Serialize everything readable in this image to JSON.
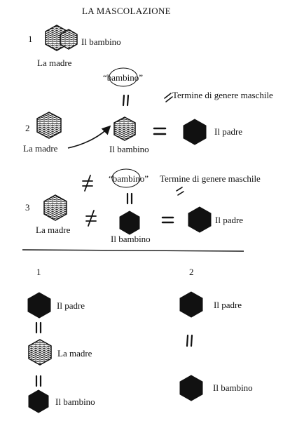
{
  "title": "LA MASCOLAZIONE",
  "top": {
    "row1": {
      "num": "1",
      "child": "Il bambino",
      "mother": "La madre"
    },
    "row2": {
      "num": "2",
      "quote_word": "“bambino”",
      "term_label": "Termine di genere maschile",
      "mother": "La madre",
      "child": "Il bambino",
      "father": "Il padre"
    },
    "row3": {
      "num": "3",
      "quote_word": "“bambino”",
      "term_label": "Termine di genere maschile",
      "mother": "La madre",
      "child": "Il bambino",
      "father": "Il padre"
    }
  },
  "bottom": {
    "col1": {
      "num": "1",
      "father": "Il padre",
      "mother": "La madre",
      "child": "Il bambino"
    },
    "col2": {
      "num": "2",
      "father": "Il padre",
      "child": "Il bambino"
    }
  },
  "colors": {
    "ink": "#111111",
    "paper": "#ffffff",
    "filled_shape": "#111111"
  }
}
